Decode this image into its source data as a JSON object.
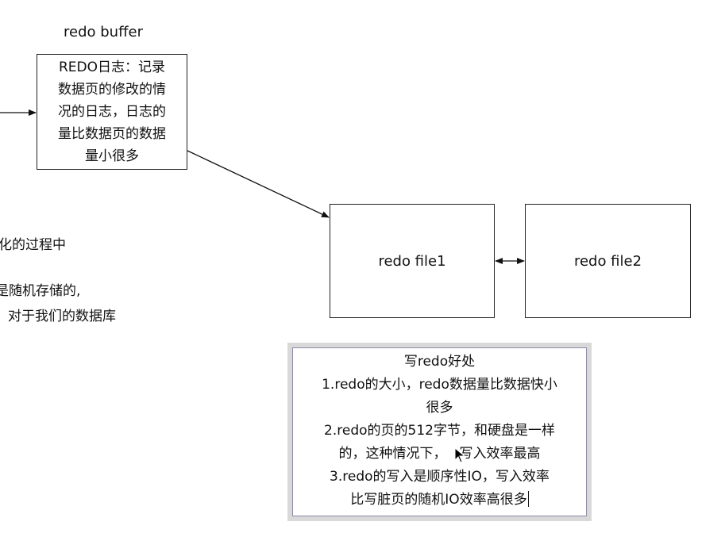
{
  "redo_buffer": {
    "title": "redo buffer",
    "lines": [
      "REDO日志：记录",
      "数据页的修改的情",
      "况的日志，日志的",
      "量比数据页的数据",
      "量小很多"
    ]
  },
  "redo_files": {
    "file1": "redo file1",
    "file2": "redo file2"
  },
  "left_notes": {
    "line1": "化的过程中",
    "line2": "是随机存储的,",
    "line3": "对于我们的数据库"
  },
  "benefits": {
    "title": "写redo好处",
    "line1": "1.redo的大小，redo数据量比数据快小",
    "line2": "很多",
    "line3": "2.redo的页的512字节，和硬盘是一样",
    "line4a": "的，这种情况下，",
    "line4b": "写入效率最高",
    "line5": "3.redo的写入是顺序性IO，写入效率",
    "line6": "比写脏页的随机IO效率高很多"
  }
}
